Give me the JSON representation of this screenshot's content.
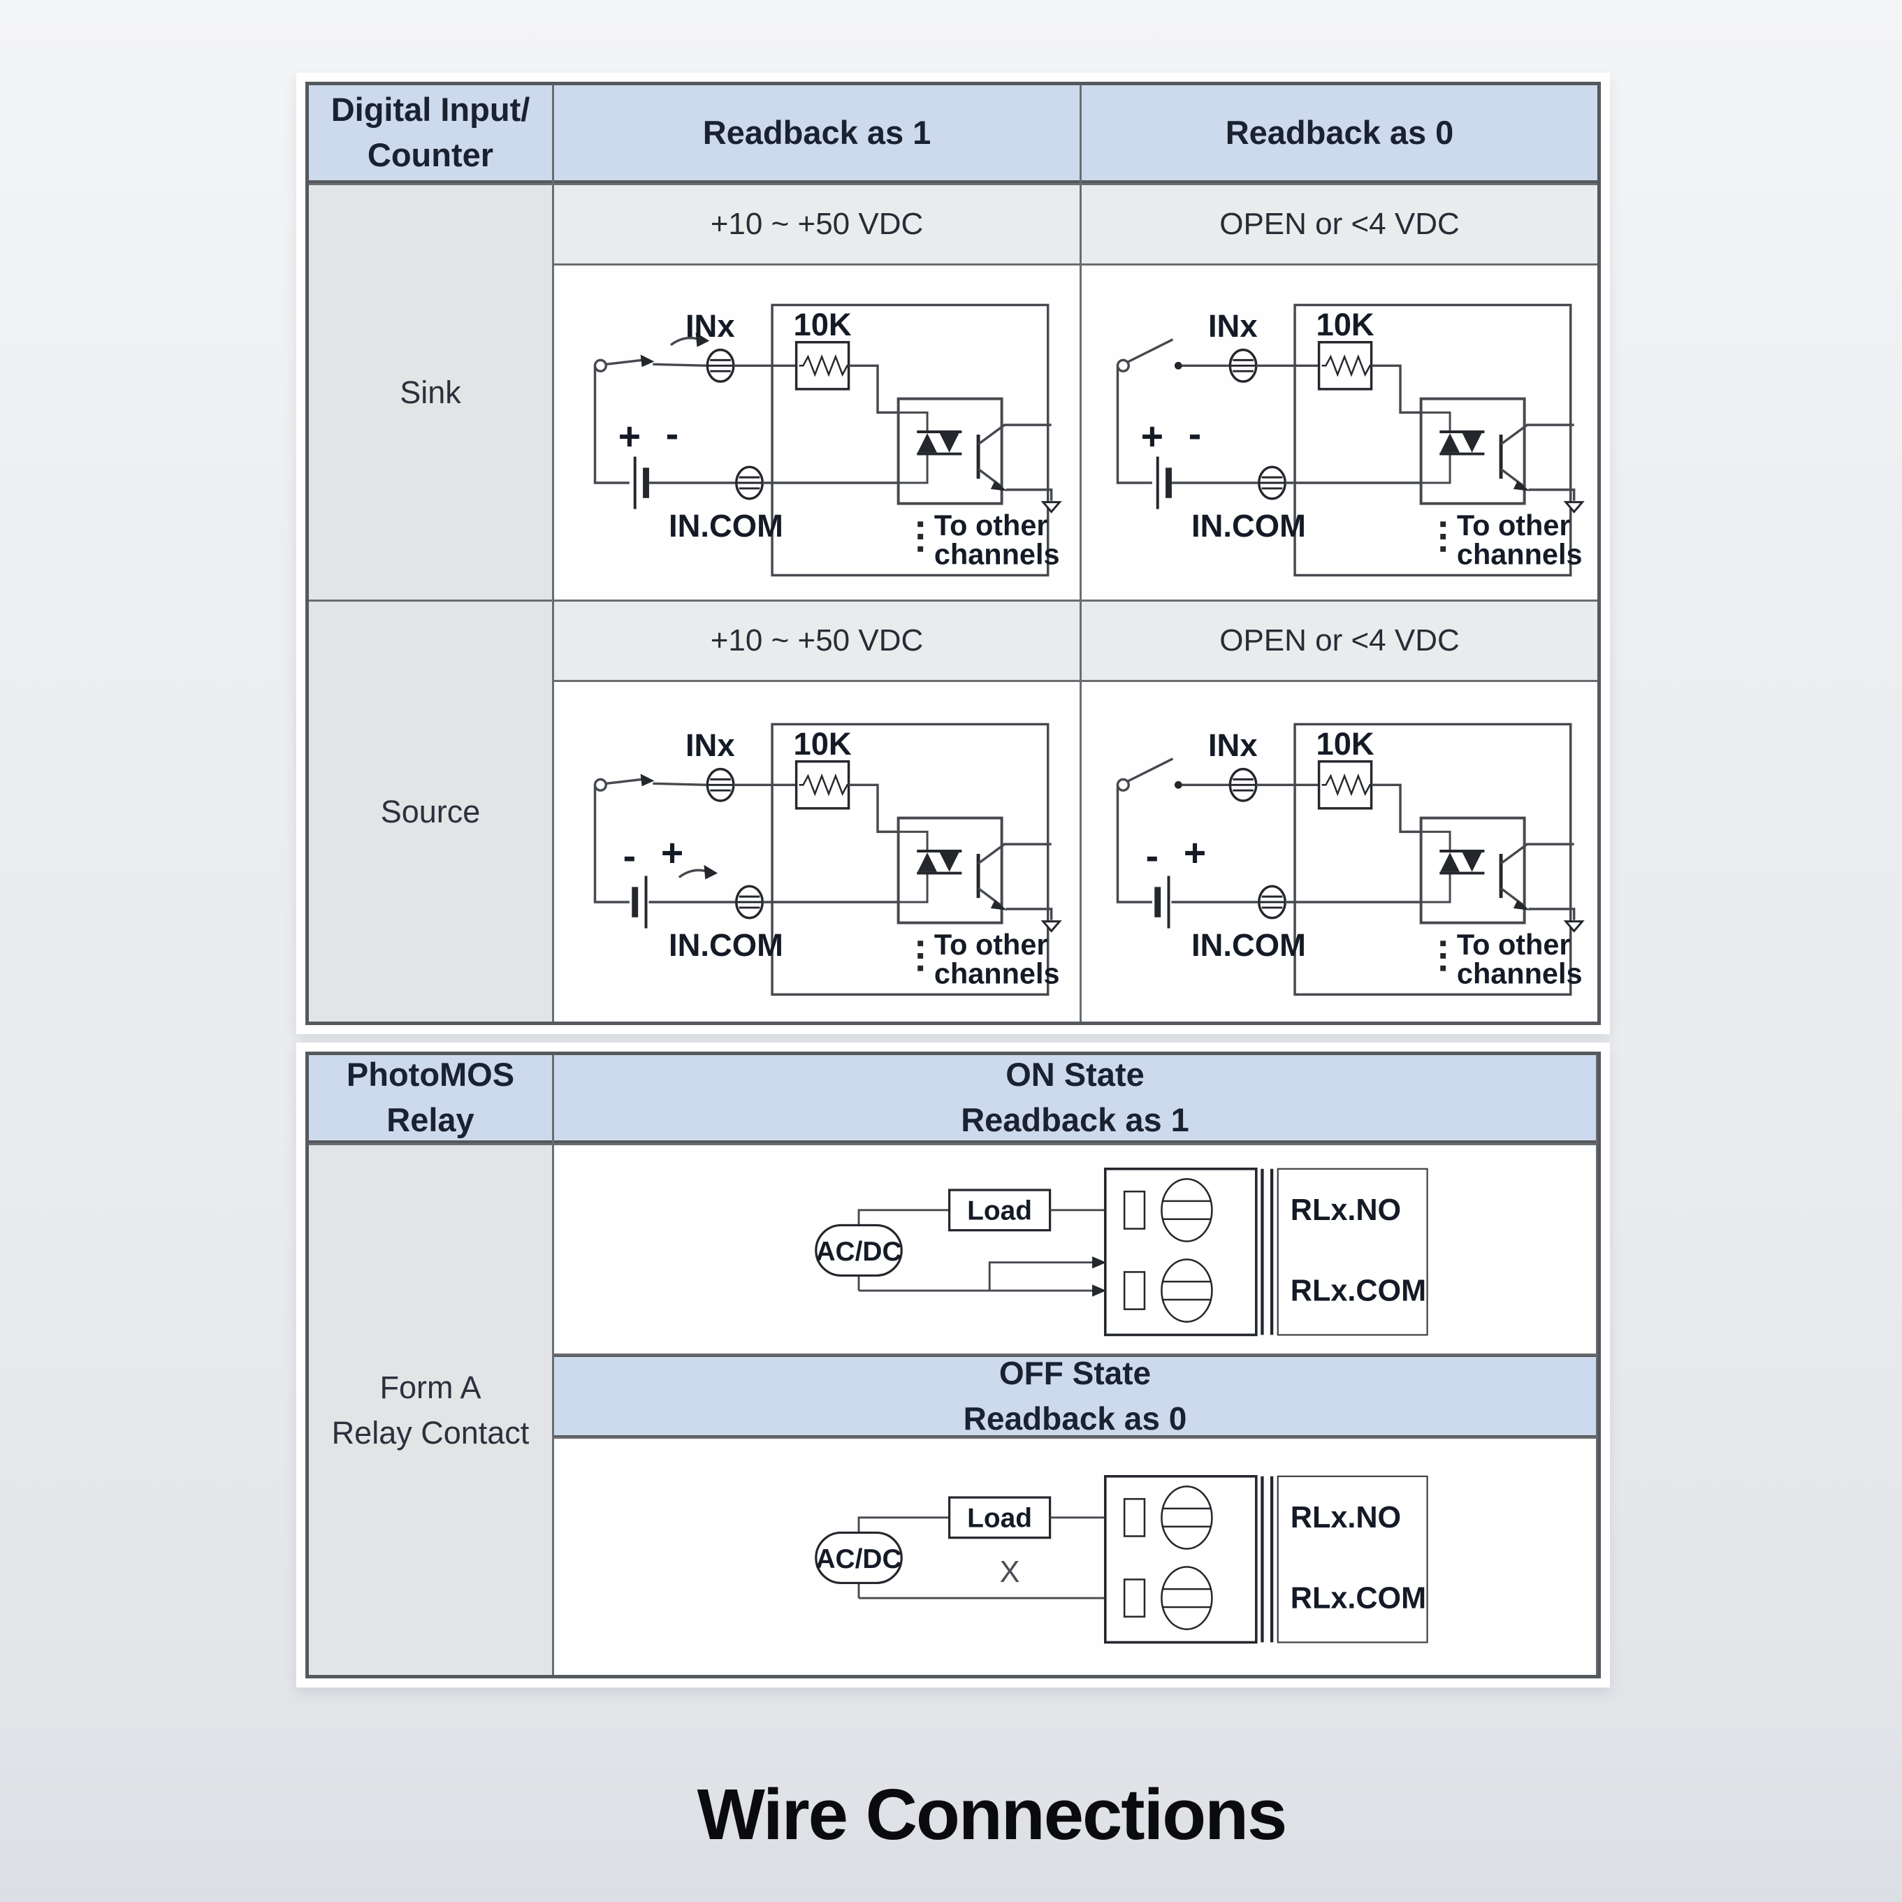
{
  "page": {
    "title": "Wire Connections"
  },
  "colors": {
    "header_blue": "#cdd9ec",
    "label_gray": "#e3e4e6",
    "condition_gray": "#eaebed",
    "grid_line": "#696d71",
    "wire": "#46494e",
    "component": "#24272c",
    "diagram_text": "#151b26",
    "title_text": "#0b0b0d"
  },
  "di_table": {
    "header": {
      "col1_line1": "Digital Input/",
      "col1_line2": "Counter",
      "readback1": "Readback as 1",
      "readback0": "Readback as 0"
    },
    "circuit_labels": {
      "input": "INx",
      "resistor": "10K",
      "to_other_line1": "To other",
      "to_other_line2": "channels",
      "common": "IN.COM"
    },
    "rows": [
      {
        "label": "Sink",
        "cells": [
          {
            "condition": "+10 ~ +50 VDC",
            "circuit": {
              "switch": "closed",
              "left_polarity": "+",
              "right_polarity": "-",
              "arrow": "top"
            }
          },
          {
            "condition": "OPEN or <4 VDC",
            "circuit": {
              "switch": "open",
              "left_polarity": "+",
              "right_polarity": "-",
              "arrow": "none"
            }
          }
        ]
      },
      {
        "label": "Source",
        "cells": [
          {
            "condition": "+10 ~ +50 VDC",
            "circuit": {
              "switch": "closed",
              "left_polarity": "-",
              "right_polarity": "+",
              "arrow": "bottom"
            }
          },
          {
            "condition": "OPEN or <4 VDC",
            "circuit": {
              "switch": "open",
              "left_polarity": "-",
              "right_polarity": "+",
              "arrow": "none"
            }
          }
        ]
      }
    ]
  },
  "relay_table": {
    "header": {
      "col1_line1": "PhotoMOS",
      "col1_line2": "Relay",
      "on_line1": "ON State",
      "on_line2": "Readback as 1",
      "off_line1": "OFF State",
      "off_line2": "Readback as 0"
    },
    "row_label_line1": "Form A",
    "row_label_line2": "Relay Contact",
    "circuit_labels": {
      "load": "Load",
      "source": "AC/DC",
      "no": "RLx.NO",
      "com": "RLx.COM",
      "open_mark": "X"
    },
    "circuits": {
      "on": {
        "contact": "closed"
      },
      "off": {
        "contact": "open"
      }
    }
  }
}
